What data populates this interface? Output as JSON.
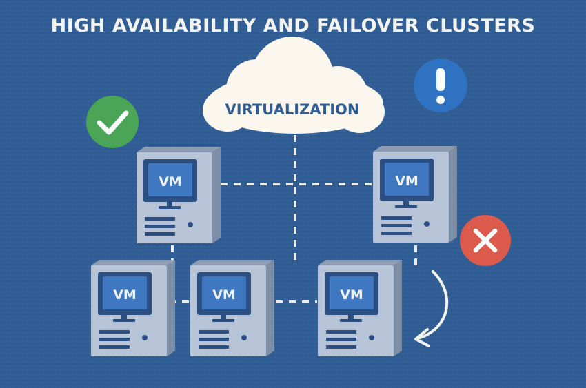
{
  "title": "HIGH AVAILABILITY AND FAILOVER CLUSTERS",
  "cloud": {
    "label": "VIRTUALIZATION"
  },
  "servers": [
    {
      "id": "top-left",
      "label": "VM"
    },
    {
      "id": "top-right",
      "label": "VM"
    },
    {
      "id": "bottom-left",
      "label": "VM"
    },
    {
      "id": "bottom-middle",
      "label": "VM"
    },
    {
      "id": "bottom-right",
      "label": "VM"
    }
  ],
  "status": {
    "ok": {
      "icon": "checkmark-icon",
      "color": "#4aa556"
    },
    "warning": {
      "icon": "exclamation-icon",
      "color": "#2f72c2"
    },
    "fail": {
      "icon": "cross-icon",
      "color": "#dd5b4c"
    }
  },
  "colors": {
    "background": "#2f5d94",
    "server_front": "#b7c3d6",
    "server_side": "#8e9cb3",
    "screen": "#2b4f82",
    "screen_inner": "#3f78c0",
    "connector": "#e8edf3",
    "cloud": "#fbf7ee"
  }
}
